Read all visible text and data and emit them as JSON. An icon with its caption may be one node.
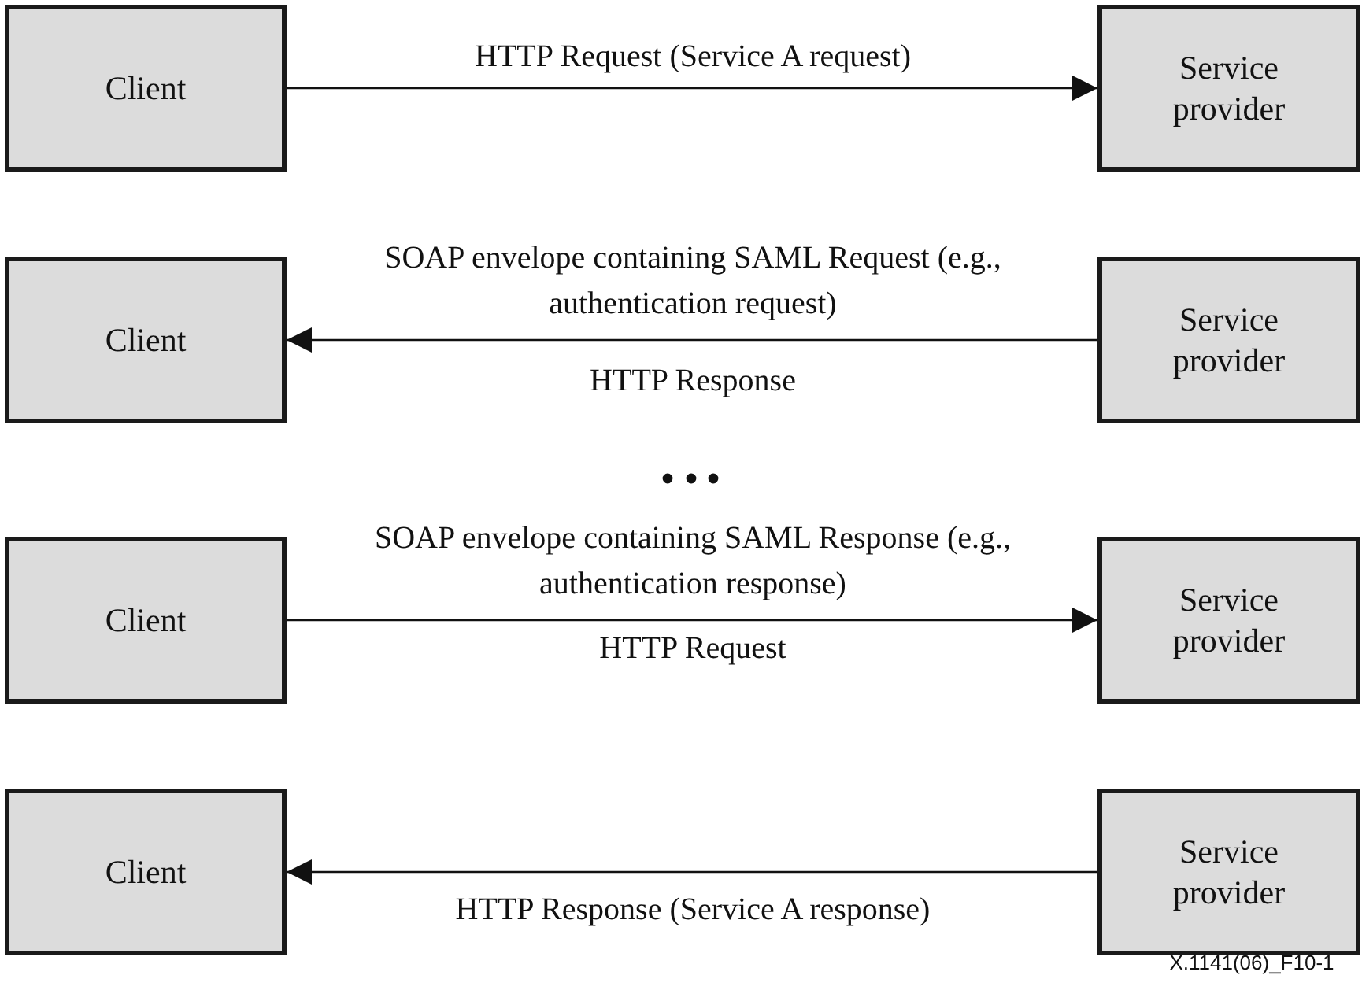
{
  "diagram": {
    "nodes": [
      {
        "text": [
          "Client"
        ]
      },
      {
        "text": [
          "Service provider"
        ]
      },
      {
        "text": [
          "Client"
        ]
      },
      {
        "text": [
          "Service provider"
        ]
      },
      {
        "text": [
          "Client"
        ]
      },
      {
        "text": [
          "Service provider"
        ]
      },
      {
        "text": [
          "Client"
        ]
      },
      {
        "text": [
          "Service provider"
        ]
      }
    ],
    "edges": [
      {
        "from": 0,
        "to": 1,
        "arrow": "to",
        "label": "HTTP Request (Service A request)"
      },
      {
        "from": 3,
        "to": 2,
        "arrow": "to",
        "label": "SOAP envelope containing SAML Request (e.g., authentication request)"
      },
      {
        "from": 4,
        "to": 5,
        "arrow": "to",
        "label": "SOAP envelope containing SAML Response (e.g., authentication response)"
      },
      {
        "from": 7,
        "to": 6,
        "arrow": "to",
        "label": "HTTP Response (Service A response)"
      }
    ],
    "labels": [
      "HTTP Response",
      "HTTP Request",
      "X.1141(06)_F10-1"
    ]
  }
}
